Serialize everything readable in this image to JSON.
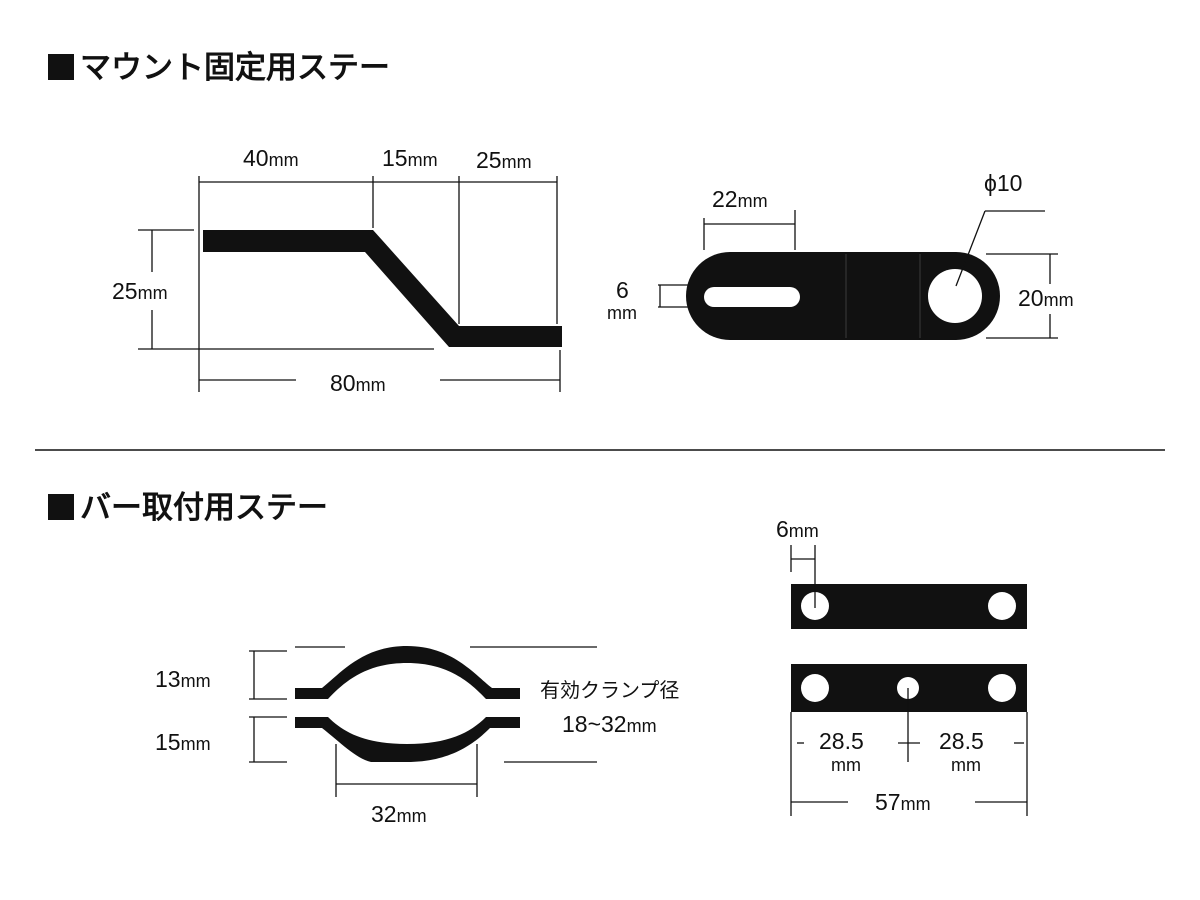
{
  "sections": {
    "mount": {
      "title": "マウント固定用ステー",
      "side": {
        "top_a": "40",
        "top_b": "15",
        "top_c": "25",
        "height": "25",
        "bottom": "80"
      },
      "plate": {
        "slot_len": "22",
        "slot_w": "6",
        "hole_label": "ϕ10",
        "height": "20"
      }
    },
    "bar": {
      "title": "バー取付用ステー",
      "clamp": {
        "upper": "13",
        "lower": "15",
        "width": "32",
        "range_label": "有効クランプ径",
        "range_value": "18~32"
      },
      "plates": {
        "hole": "6",
        "left": "28.5",
        "right": "28.5",
        "total": "57"
      }
    }
  },
  "unit": "mm"
}
